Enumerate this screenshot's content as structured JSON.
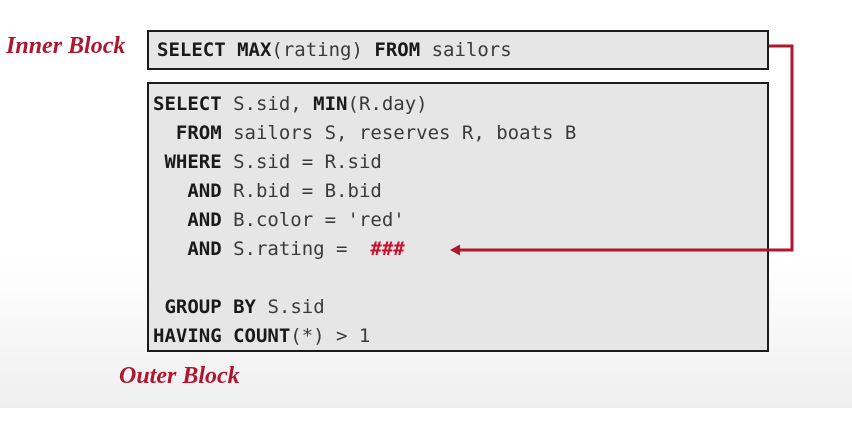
{
  "labels": {
    "inner": "Inner Block",
    "outer": "Outer Block"
  },
  "inner_block": {
    "kw_select": "SELECT",
    "kw_max": "MAX",
    "max_arg": "(rating)",
    "kw_from": "FROM",
    "table": "sailors"
  },
  "outer_block": {
    "l1_kw_select": "SELECT",
    "l1_cols": "S.sid, ",
    "l1_kw_min": "MIN",
    "l1_min_arg": "(R.day)",
    "l2_kw": "FROM",
    "l2_text": "sailors S, reserves R, boats B",
    "l3_kw": "WHERE",
    "l3_text": "S.sid = R.sid",
    "l4_kw": "AND",
    "l4_text": "R.bid = B.bid",
    "l5_kw": "AND",
    "l5_text": "B.color = 'red'",
    "l6_kw": "AND",
    "l6_text": "S.rating = ",
    "l6_placeholder": "###",
    "l7_kw_group": "GROUP",
    "l7_kw_by": "BY",
    "l7_text": "S.sid",
    "l8_kw_having": "HAVING",
    "l8_kw_count": "COUNT",
    "l8_text": "(*) > 1"
  },
  "colors": {
    "accent": "#b0162f",
    "box_fill": "#e6e6e6",
    "box_border": "#1c1c1c",
    "placeholder": "#c8102e"
  }
}
